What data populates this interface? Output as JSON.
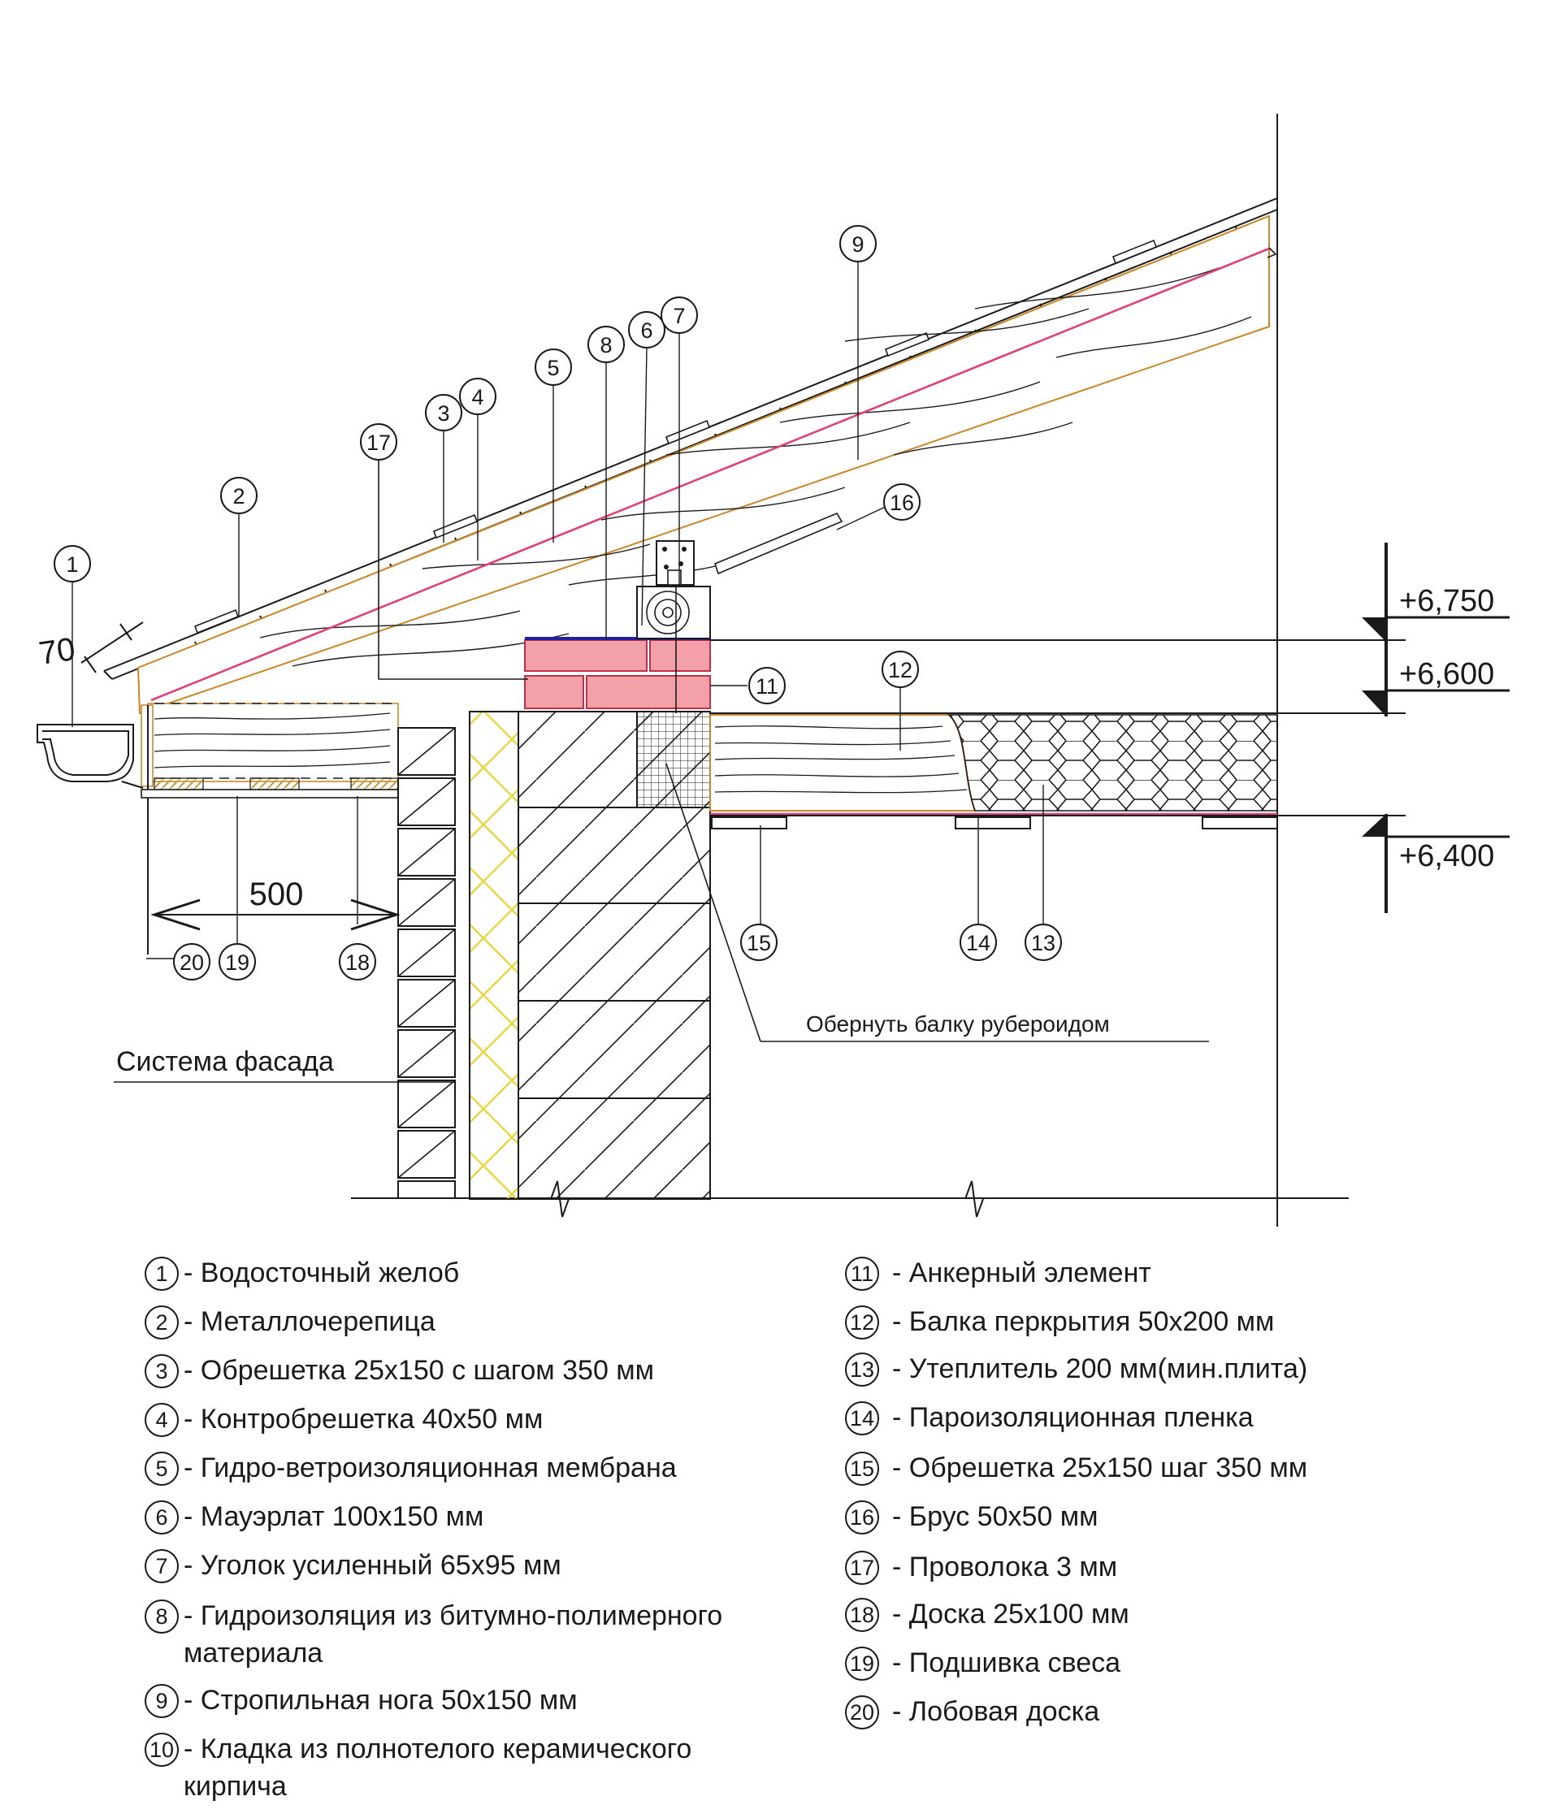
{
  "drawing": {
    "markers": [
      {
        "id": "marker-1",
        "number": "1"
      },
      {
        "id": "marker-2",
        "number": "2"
      },
      {
        "id": "marker-3",
        "number": "3"
      },
      {
        "id": "marker-4",
        "number": "4"
      },
      {
        "id": "marker-5",
        "number": "5"
      },
      {
        "id": "marker-6",
        "number": "6"
      },
      {
        "id": "marker-7",
        "number": "7"
      },
      {
        "id": "marker-8",
        "number": "8"
      },
      {
        "id": "marker-9",
        "number": "9"
      },
      {
        "id": "marker-11",
        "number": "11"
      },
      {
        "id": "marker-12",
        "number": "12"
      },
      {
        "id": "marker-13",
        "number": "13"
      },
      {
        "id": "marker-14",
        "number": "14"
      },
      {
        "id": "marker-15",
        "number": "15"
      },
      {
        "id": "marker-16",
        "number": "16"
      },
      {
        "id": "marker-17",
        "number": "17"
      },
      {
        "id": "marker-18",
        "number": "18"
      },
      {
        "id": "marker-19",
        "number": "19"
      },
      {
        "id": "marker-20",
        "number": "20"
      }
    ],
    "elevations": [
      "+6,750",
      "+6,600",
      "+6,400"
    ],
    "overhang_dimension": "500",
    "angle_dimension": "70",
    "note_wrap_beam": "Обернуть балку рубероидом",
    "note_facade": "Система фасада",
    "colors": {
      "line": "#1a1a1a",
      "timber_outline": "#c8882a",
      "membrane": "#e0407a",
      "brick_fill": "#f4a0a8",
      "brick_stroke": "#c03048",
      "waterproofing": "#2020a0",
      "insulation_yellow": "#e8d640",
      "batten_hatch": "#c8a040"
    }
  },
  "legend": {
    "left": [
      {
        "number": "1",
        "text": "- Водосточный желоб"
      },
      {
        "number": "2",
        "text": "- Металлочерепица"
      },
      {
        "number": "3",
        "text": "- Обрешетка 25х150 с шагом 350 мм"
      },
      {
        "number": "4",
        "text": "- Контробрешетка 40х50 мм"
      },
      {
        "number": "5",
        "text": "- Гидро-ветроизоляционная мембрана"
      },
      {
        "number": "6",
        "text": "- Мауэрлат 100х150 мм"
      },
      {
        "number": "7",
        "text": "- Уголок усиленный 65х95 мм"
      },
      {
        "number": "8",
        "text": "- Гидроизоляция из битумно-полимерного материала"
      },
      {
        "number": "9",
        "text": "- Стропильная нога 50х150 мм"
      },
      {
        "number": "10",
        "text": "- Кладка из полнотелого керамического кирпича"
      }
    ],
    "right": [
      {
        "number": "11",
        "text": "- Анкерный элемент"
      },
      {
        "number": "12",
        "text": "- Балка перкрытия 50х200 мм"
      },
      {
        "number": "13",
        "text": "- Утеплитель 200 мм(мин.плита)"
      },
      {
        "number": "14",
        "text": "- Пароизоляционная пленка"
      },
      {
        "number": "15",
        "text": "- Обрешетка 25х150 шаг 350 мм"
      },
      {
        "number": "16",
        "text": "- Брус 50х50 мм"
      },
      {
        "number": "17",
        "text": "- Проволока 3 мм"
      },
      {
        "number": "18",
        "text": "- Доска 25х100 мм"
      },
      {
        "number": "19",
        "text": "- Подшивка свеса"
      },
      {
        "number": "20",
        "text": "- Лобовая доска"
      }
    ]
  }
}
